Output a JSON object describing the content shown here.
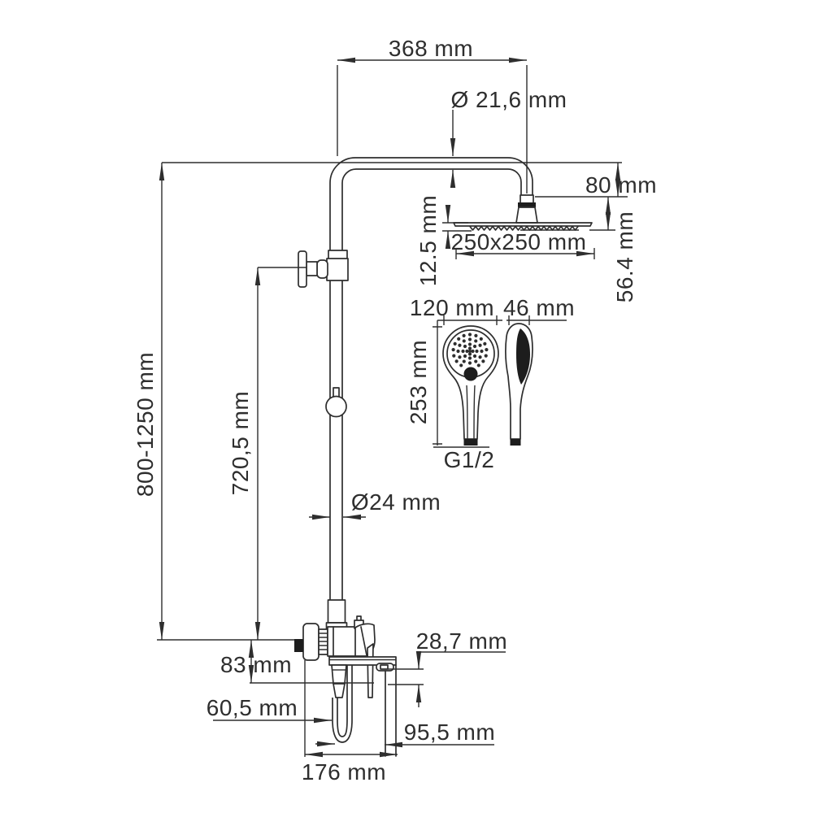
{
  "labels": {
    "top_width": "368 mm",
    "arm_diameter": "Ø 21,6 mm",
    "head_drop": "80 mm",
    "plate_thickness": "12.5 mm",
    "head_size": "250x250 mm",
    "head_height": "56.4 mm",
    "handshower_width": "120 mm",
    "handshower_depth": "46 mm",
    "handshower_length": "253 mm",
    "thread": "G1/2",
    "column_height": "800-1250 mm",
    "diverter_height": "720,5 mm",
    "pipe_diameter": "Ø24 mm",
    "mixer_drop": "83 mm",
    "bracket_gap": "28,7 mm",
    "spout_offset": "60,5 mm",
    "holder_offset": "95,5 mm",
    "base_depth": "176 mm"
  },
  "colors": {
    "line": "#2e2e2e",
    "background": "#ffffff",
    "dark_fill": "#1d1d1d"
  }
}
